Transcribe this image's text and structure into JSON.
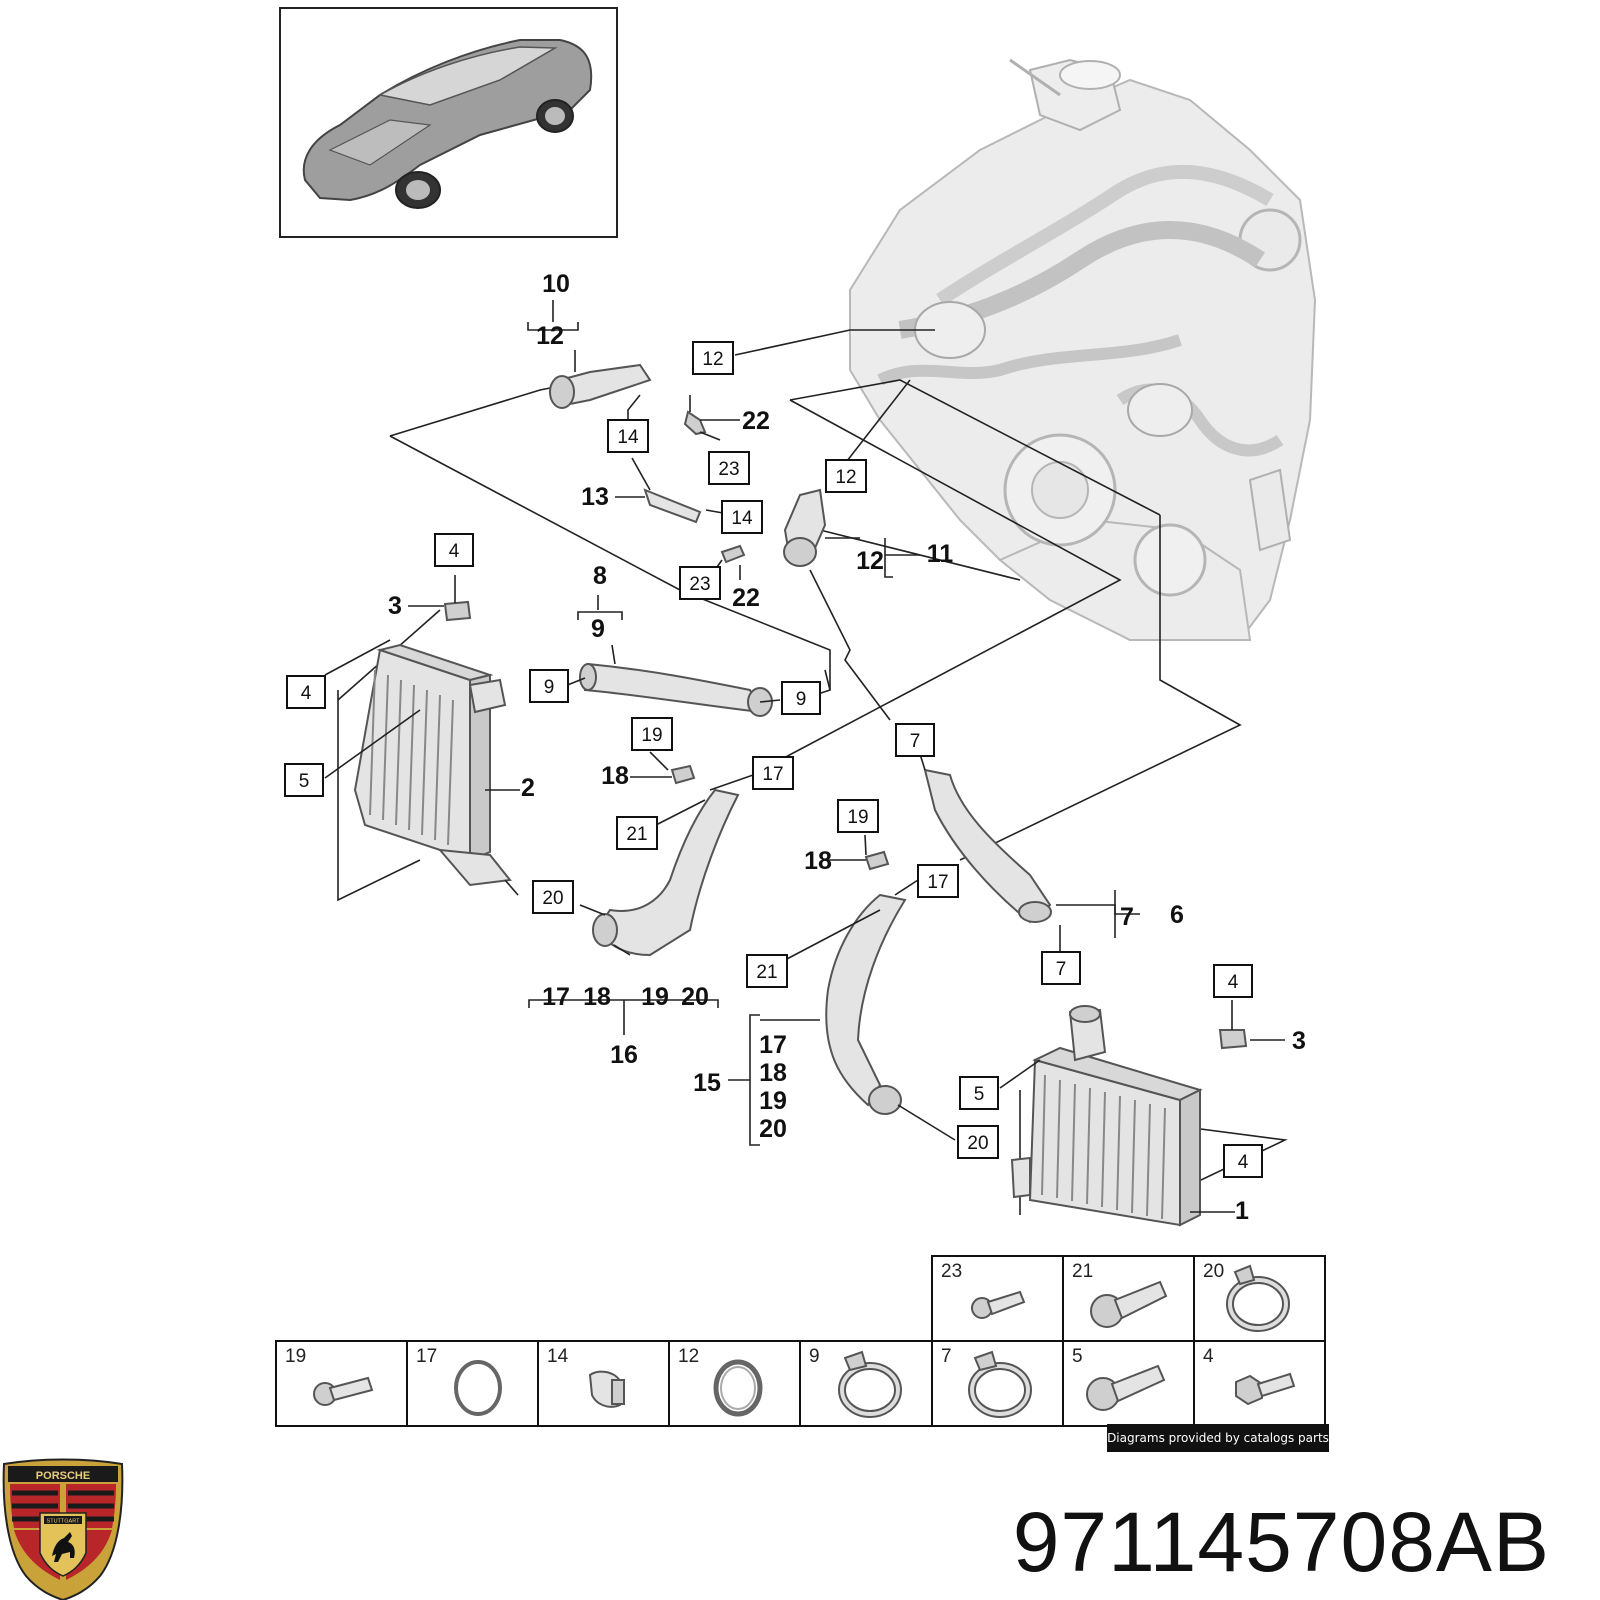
{
  "callouts": {
    "c10": "10",
    "c12a": "12",
    "b12a": "12",
    "b14a": "14",
    "c22a": "22",
    "b23a": "23",
    "c13": "13",
    "b14b": "14",
    "b12b": "12",
    "c12b": "12",
    "c11": "11",
    "b23b": "23",
    "c22b": "22",
    "b4a": "4",
    "c3a": "3",
    "c8": "8",
    "c9": "9",
    "b4b": "4",
    "b9a": "9",
    "b9b": "9",
    "b5a": "5",
    "c2": "2",
    "b19a": "19",
    "c18a": "18",
    "b17a": "17",
    "b21a": "21",
    "b7a": "7",
    "b20a": "20",
    "c17a": "17",
    "c18b": "18",
    "c19a": "19",
    "c20a": "20",
    "c16": "16",
    "b19b": "19",
    "c18c": "18",
    "b17b": "17",
    "c7": "7",
    "c6": "6",
    "b21b": "21",
    "b7b": "7",
    "b4c": "4",
    "c3b": "3",
    "c15": "15",
    "c17b": "17",
    "c18d": "18",
    "c19b": "19",
    "c20b": "20",
    "b5b": "5",
    "b20b": "20",
    "b4d": "4",
    "c1": "1"
  },
  "hardware_table": {
    "top_row": [
      "23",
      "21",
      "20"
    ],
    "bottom_row": [
      "19",
      "17",
      "14",
      "12",
      "9",
      "7",
      "5",
      "4"
    ]
  },
  "credit": "Diagrams provided by catalogs parts",
  "part_number": "971145708AB",
  "logo": {
    "name": "PORSCHE",
    "city": "STUTTGART"
  }
}
